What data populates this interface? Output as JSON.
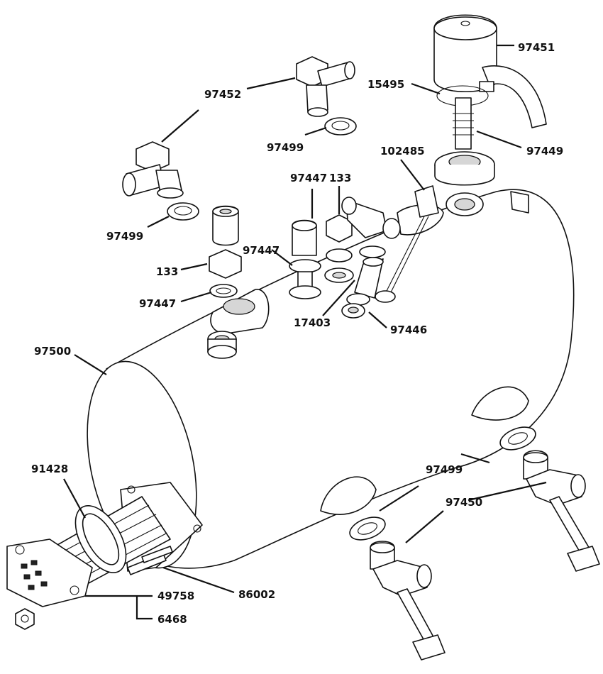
{
  "labels": {
    "p97451": "97451",
    "p15495": "15495",
    "p97449": "97449",
    "p102485": "102485",
    "p97452": "97452",
    "p97499_top": "97499",
    "p97499_left": "97499",
    "p97447_top": "97447",
    "p133_top": "133",
    "p97447_mid": "97447",
    "p133_left": "133",
    "p97447_left": "97447",
    "p17403": "17403",
    "p97446": "97446",
    "p97500": "97500",
    "p91428": "91428",
    "p97499_right": "97499",
    "p97450": "97450",
    "p86002": "86002",
    "p49758": "49758",
    "p6468": "6468"
  }
}
